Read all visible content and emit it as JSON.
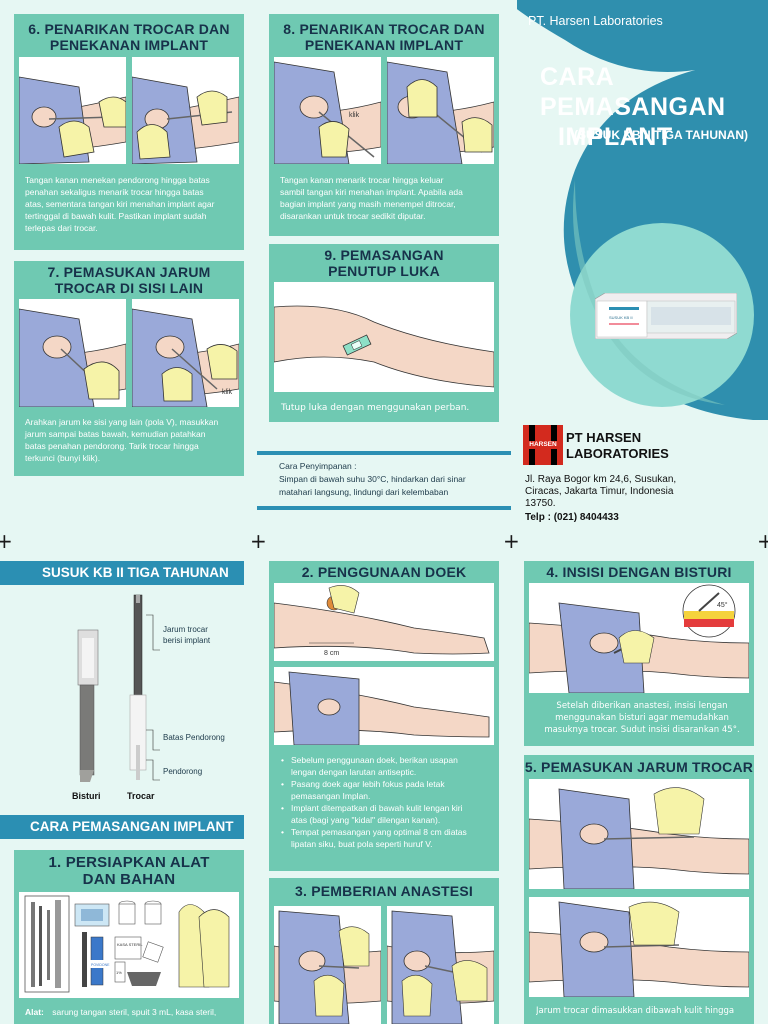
{
  "company_top": "PT. Harsen Laboratories",
  "cover": {
    "title_line1": "CARA PEMASANGAN",
    "title_line2": "IMPLANT",
    "subtitle": "(SUSUK KB II  TIGA TAHUNAN)"
  },
  "company": {
    "logo_text": "HARSEN",
    "name_line1": "PT HARSEN",
    "name_line2": "LABORATORIES",
    "address_line1": "Jl. Raya Bogor km 24,6, Susukan,",
    "address_line2": "Ciracas, Jakarta Timur, Indonesia",
    "address_line3": "13750.",
    "phone": "Telp : (021) 8404433"
  },
  "storage": {
    "title": "Cara Penyimpanan :",
    "text_line1": "Simpan di bawah suhu 30°C, hindarkan dari sinar",
    "text_line2": "matahari langsung, lindungi dari kelembaban"
  },
  "step6": {
    "title_line1": "6. PENARIKAN TROCAR DAN",
    "title_line2": "PENEKANAN IMPLANT",
    "text": [
      "Tangan kanan menekan pendorong hingga batas",
      "penahan sekaligus menarik trocar hingga batas",
      "atas, sementara tangan kiri menahan implant agar",
      "tertinggal di bawah kulit. Pastikan implant sudah",
      "terlepas dari trocar."
    ]
  },
  "step7": {
    "title_line1": "7. PEMASUKAN JARUM",
    "title_line2": "TROCAR DI SISI LAIN",
    "click_label": "klik",
    "text": [
      "Arahkan jarum ke sisi yang lain (pola V), masukkan",
      "jarum sampai batas bawah, kemudian patahkan",
      "batas penahan pendorong. Tarik trocar hingga",
      "terkunci (bunyi klik)."
    ]
  },
  "step8": {
    "title_line1": "8. PENARIKAN TROCAR DAN",
    "title_line2": "PENEKANAN IMPLANT",
    "click_label": "klik",
    "text": [
      "Tangan kanan menarik trocar hingga keluar",
      "sambil tangan kiri menahan implant. Apabila ada",
      "bagian implant yang masih menempel ditrocar,",
      "disarankan untuk trocar sedikit diputar."
    ]
  },
  "step9": {
    "title_line1": "9. PEMASANGAN",
    "title_line2": "PENUTUP LUKA",
    "text": "Tutup luka dengan menggunakan perban."
  },
  "kit": {
    "banner": "SUSUK KB II TIGA TAHUNAN",
    "label_needle_line1": "Jarum trocar",
    "label_needle_line2": "berisi implant",
    "label_stop": "Batas Pendorong",
    "label_pusher": "Pendorong",
    "label_scalpel": "Bisturi",
    "label_trocar": "Trocar"
  },
  "section_banner": "CARA PEMASANGAN IMPLANT",
  "step1": {
    "title_line1": "1. PERSIAPKAN ALAT",
    "title_line2": "DAN BAHAN",
    "alat_label": "Alat:",
    "alat_text": "sarung tangan steril, spuit 3 mL, kasa steril,",
    "label_kasa": "KASA STERIL",
    "label_betadine": "POVIDONE",
    "label_pct": "1%"
  },
  "step2": {
    "title": "2. PENGGUNAAN DOEK",
    "measure": "8 cm",
    "bullets": [
      [
        "Sebelum penggunaan doek, berikan usapan",
        "lengan dengan larutan antiseptic."
      ],
      [
        "Pasang doek agar lebih fokus pada letak",
        "pemasangan Implan."
      ],
      [
        "Implant ditempatkan di bawah kulit lengan kiri",
        "atas (bagi yang \"kidal\" dilengan kanan)."
      ],
      [
        "Tempat pemasangan yang optimal 8 cm diatas",
        "lipatan siku, buat pola seperti huruf V."
      ]
    ]
  },
  "step3": {
    "title": "3. PEMBERIAN ANASTESI"
  },
  "step4": {
    "title": "4. INSISI DENGAN BISTURI",
    "angle": "45°",
    "text": [
      "Setelah diberikan anastesi, insisi lengan",
      "menggunakan bisturi agar memudahkan",
      "masuknya trocar.  Sudut insisi disarankan 45°."
    ]
  },
  "step5": {
    "title": "5. PEMASUKAN JARUM TROCAR",
    "text": "Jarum trocar dimasukkan dibawah kulit hingga"
  },
  "product_box_label": "SUSUK KB II"
}
